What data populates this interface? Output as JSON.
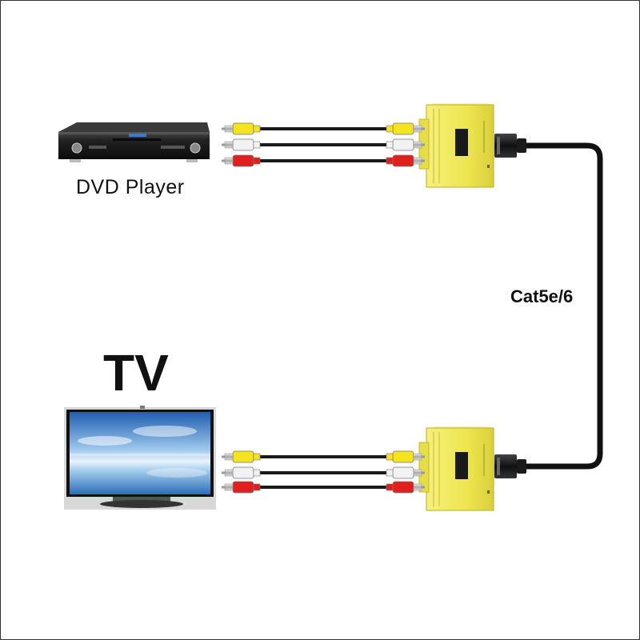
{
  "labels": {
    "dvd_player": "DVD Player",
    "tv": "TV",
    "cable": "Cat5e/6"
  },
  "colors": {
    "cable": "#111111",
    "balun_body": "#f0ea5a",
    "rca_yellow": "#f4e31e",
    "rca_white": "#f2f2f2",
    "rca_red": "#e0201e",
    "rca_metal": "#c9c9c9"
  },
  "icons": {
    "source_device": "dvd-player-icon",
    "display_device": "television-icon",
    "transmitter": "av-balun-transmitter-icon",
    "receiver": "av-balun-receiver-icon",
    "connector": "rj45-connector-icon"
  }
}
